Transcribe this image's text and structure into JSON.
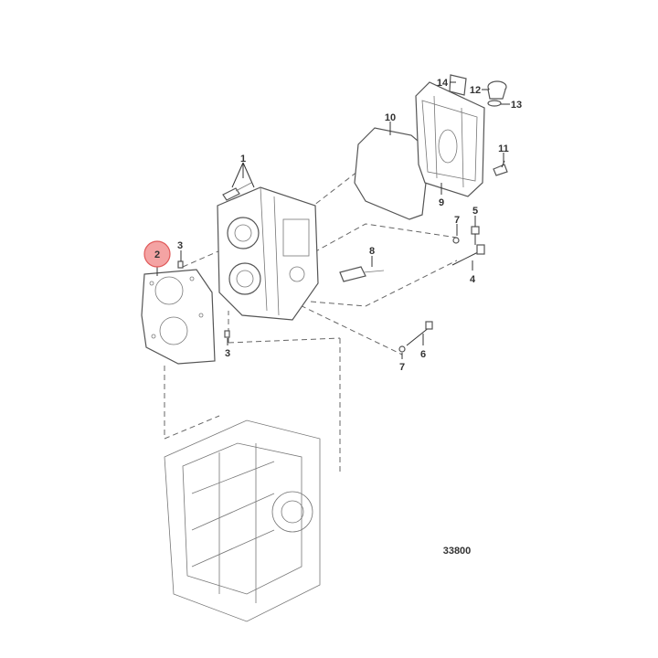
{
  "diagram": {
    "figure_number": "33800",
    "highlight_color": "#f4a3a3",
    "highlight_stroke": "#e05a5a",
    "highlighted_callout": "2",
    "callouts": [
      {
        "id": "1",
        "part": "cylinder-head"
      },
      {
        "id": "2",
        "part": "head-gasket"
      },
      {
        "id": "3a",
        "text": "3",
        "part": "dowel-pin-upper"
      },
      {
        "id": "3b",
        "text": "3",
        "part": "dowel-pin-lower"
      },
      {
        "id": "4",
        "part": "long-bolt"
      },
      {
        "id": "5",
        "part": "bolt"
      },
      {
        "id": "6",
        "part": "stud-bolt"
      },
      {
        "id": "7a",
        "text": "7",
        "part": "washer-upper"
      },
      {
        "id": "7b",
        "text": "7",
        "part": "washer-lower"
      },
      {
        "id": "8",
        "part": "spark-plug"
      },
      {
        "id": "9",
        "part": "valve-cover"
      },
      {
        "id": "10",
        "part": "cover-gasket"
      },
      {
        "id": "11",
        "part": "cover-bolt"
      },
      {
        "id": "12",
        "part": "oil-filler-cap"
      },
      {
        "id": "13",
        "part": "o-ring"
      },
      {
        "id": "14",
        "part": "decal"
      }
    ]
  }
}
